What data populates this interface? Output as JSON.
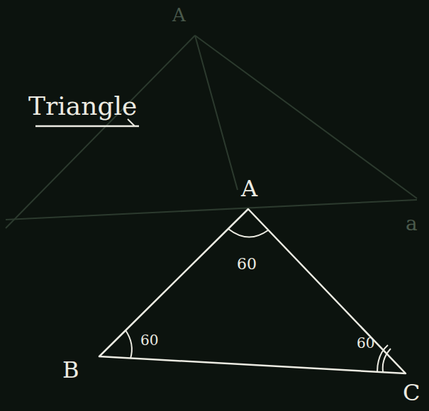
{
  "diagram": {
    "title": "Triangle",
    "labels": [
      "A",
      "a",
      "A",
      "60",
      "B",
      "60",
      "60",
      "C"
    ]
  }
}
